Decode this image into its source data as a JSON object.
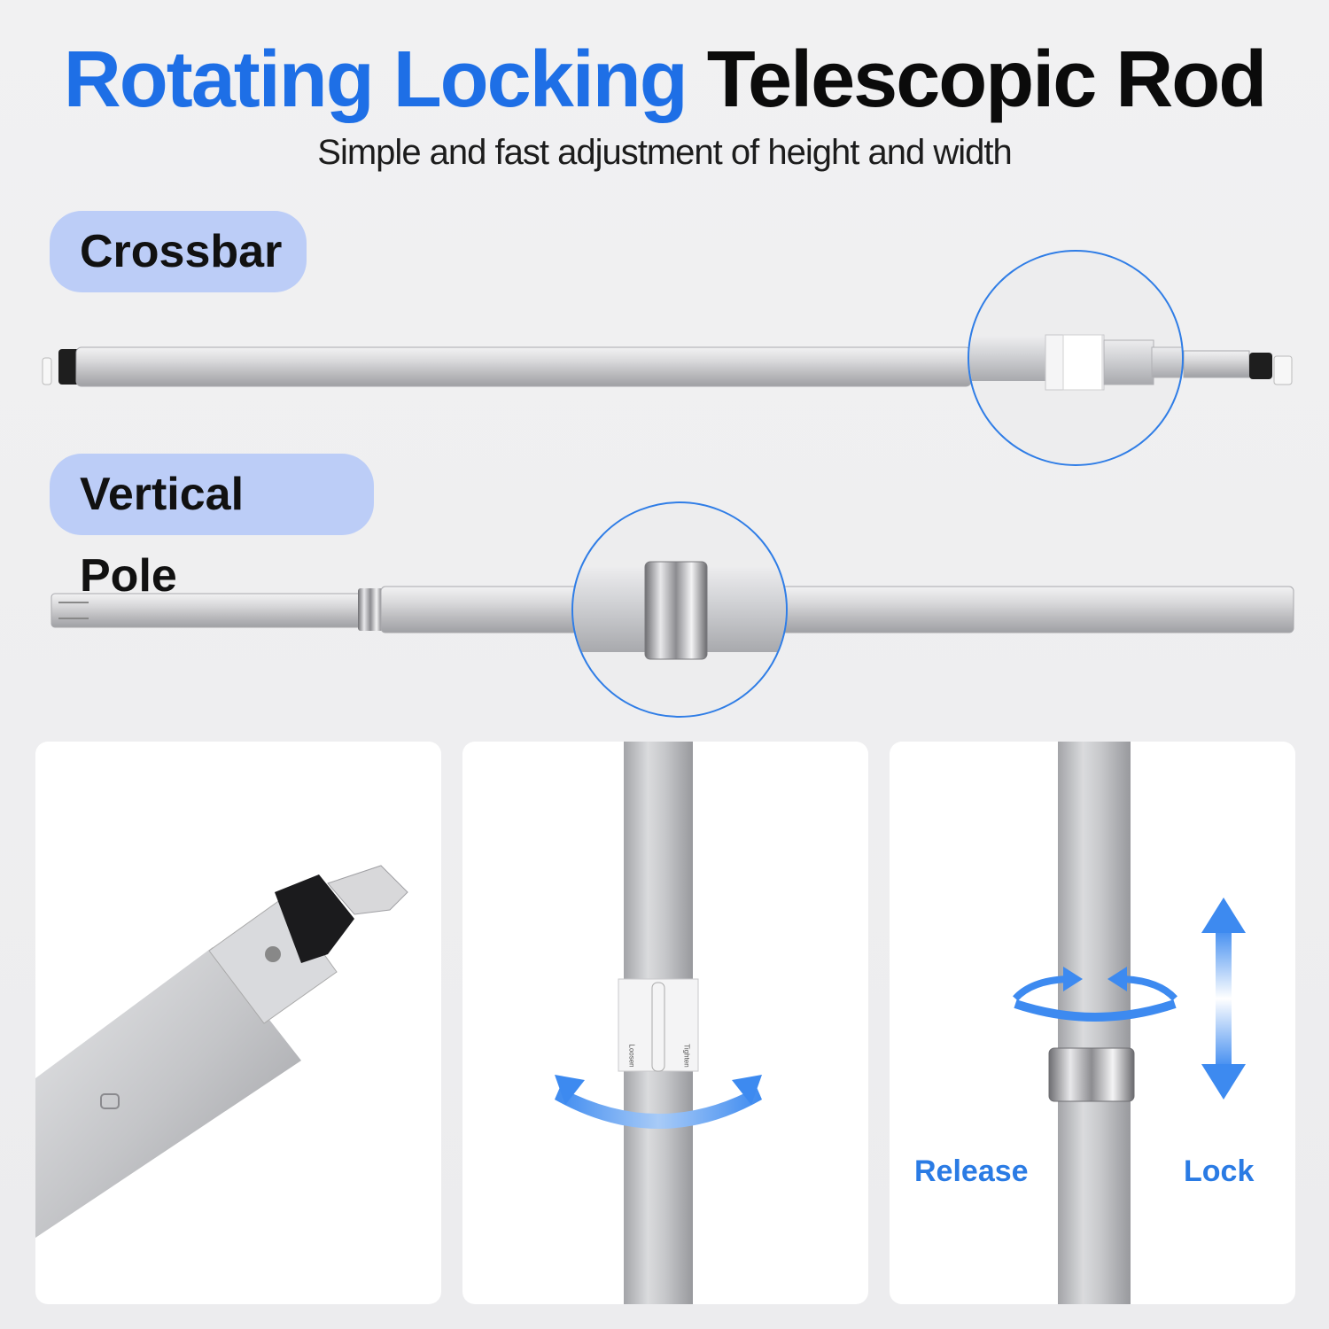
{
  "header": {
    "title_blue": "Rotating Locking",
    "title_dark": "Telescopic Rod",
    "subtitle": "Simple and fast adjustment of height and width"
  },
  "sections": {
    "crossbar_label": "Crossbar",
    "vertical_label": "Vertical Pole"
  },
  "panel_center": {
    "loosen": "Loosen",
    "tighten": "Tighten"
  },
  "panel_right": {
    "release": "Release",
    "lock": "Lock"
  },
  "colors": {
    "accent_blue": "#1e6fe6",
    "pill_bg": "#bccdf7",
    "label_blue": "#2a7be4"
  }
}
